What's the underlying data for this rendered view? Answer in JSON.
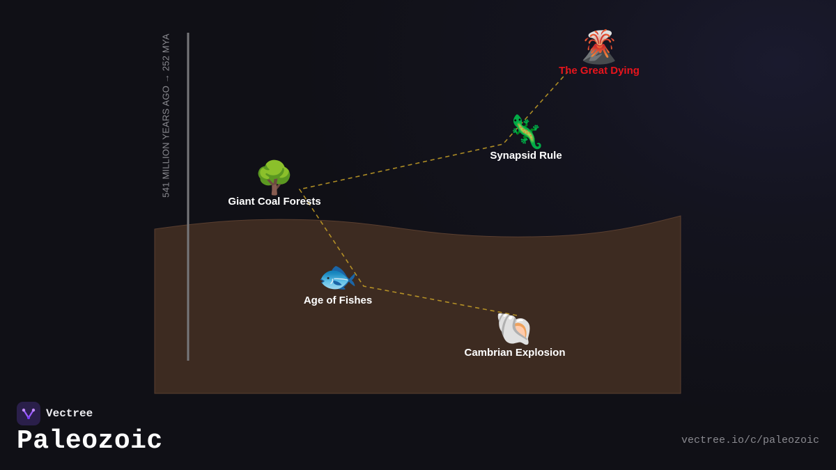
{
  "axis": {
    "label": "541 MILLION YEARS AGO → 252 MYA"
  },
  "events": [
    {
      "id": "cambrian",
      "label": "Cambrian Explosion",
      "icon": "🐚",
      "icon_name": "shell-icon",
      "color": "#ffffff"
    },
    {
      "id": "fishes",
      "label": "Age of Fishes",
      "icon": "🐟",
      "icon_name": "fish-icon",
      "color": "#ffffff"
    },
    {
      "id": "coal",
      "label": "Giant Coal Forests",
      "icon": "🌳",
      "icon_name": "tree-icon",
      "color": "#ffffff"
    },
    {
      "id": "synapsid",
      "label": "Synapsid Rule",
      "icon": "🦎",
      "icon_name": "lizard-icon",
      "color": "#ffffff"
    },
    {
      "id": "dying",
      "label": "The Great Dying",
      "icon": "🌋",
      "icon_name": "volcano-icon",
      "color": "#e8141c"
    }
  ],
  "colors": {
    "background": "#101016",
    "sea": "#3d2b21",
    "path": "#c9a227",
    "danger": "#e8141c"
  },
  "brand": {
    "name": "Vectree"
  },
  "title": "Paleozoic",
  "url": "vectree.io/c/paleozoic"
}
